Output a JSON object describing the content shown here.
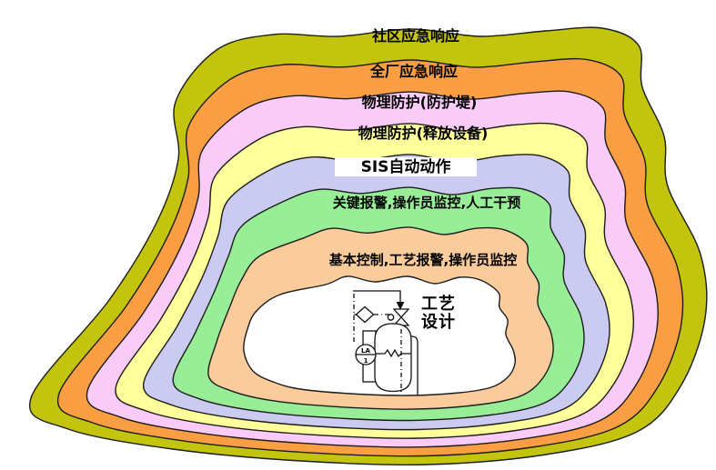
{
  "layers": [
    {
      "label": "社区应急响应",
      "color": "#C3C40E"
    },
    {
      "label": "全厂应急响应",
      "color": "#FA9E44"
    },
    {
      "label": "物理防护(防护堤)",
      "color": "#FBCBF8"
    },
    {
      "label": "物理防护(释放设备)",
      "color": "#FFFF9C"
    },
    {
      "label": "SIS自动动作",
      "color": "#CBCBF2"
    },
    {
      "label": "关键报警,操作员监控,人工干预",
      "color": "#97EE97"
    },
    {
      "label": "基本控制,工艺报警,操作员监控",
      "color": "#FACB9B"
    },
    {
      "label_line1": "工艺",
      "label_line2": "设计",
      "color": "#FFFFFF"
    }
  ],
  "center_instrument": {
    "tag_top": "LA",
    "tag_bottom": "1"
  },
  "outline_color": "#1C1C1C"
}
